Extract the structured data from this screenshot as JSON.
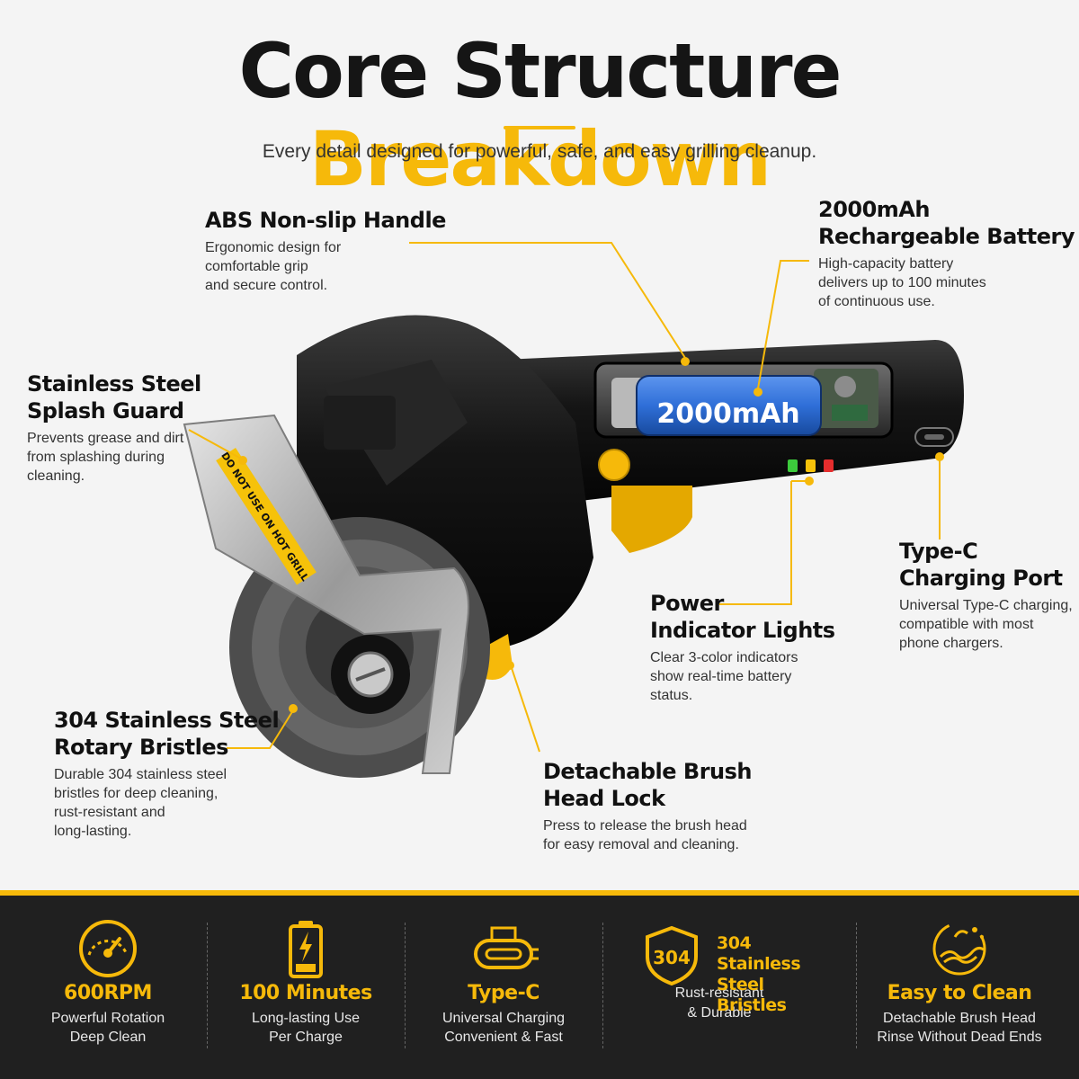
{
  "header": {
    "title_dark": "Core Structure",
    "title_gold": "Breakdown",
    "subtitle": "Every detail designed for powerful, safe, and easy grilling cleanup."
  },
  "colors": {
    "accent": "#f6b90a",
    "dark": "#151515",
    "footer_bg": "#202020",
    "battery_blue": "#2f6fd8"
  },
  "product": {
    "battery_label": "2000mAh",
    "guard_warning": "DO NOT USE ON HOT GRILL",
    "indicator_colors": [
      "#3ccb3c",
      "#f6c20a",
      "#e62d2d"
    ]
  },
  "callouts": {
    "handle": {
      "title": "ABS Non-slip Handle",
      "desc": [
        "Ergonomic design for",
        "comfortable grip",
        "and secure control."
      ]
    },
    "battery": {
      "title": [
        "2000mAh",
        "Rechargeable Battery"
      ],
      "desc": [
        "High-capacity battery",
        "delivers up to 100 minutes",
        "of continuous use."
      ]
    },
    "guard": {
      "title": [
        "Stainless Steel",
        "Splash Guard"
      ],
      "desc": [
        "Prevents grease and dirt",
        "from splashing during",
        "cleaning."
      ]
    },
    "typec": {
      "title": [
        "Type-C",
        "Charging Port"
      ],
      "desc": [
        "Universal Type-C charging,",
        "compatible with most",
        "phone chargers."
      ]
    },
    "power": {
      "title": [
        "Power",
        "Indicator Lights"
      ],
      "desc": [
        "Clear 3-color indicators",
        "show real-time battery",
        "status."
      ]
    },
    "bristles": {
      "title": [
        "304 Stainless Steel",
        "Rotary Bristles"
      ],
      "desc": [
        "Durable 304 stainless steel",
        "bristles for deep cleaning,",
        "rust-resistant and",
        "long-lasting."
      ]
    },
    "lock": {
      "title": [
        "Detachable Brush",
        "Head Lock"
      ],
      "desc": [
        "Press to release the brush head",
        "for easy removal and cleaning."
      ]
    }
  },
  "features": [
    {
      "icon": "speedometer-icon",
      "title": "600RPM",
      "lines": [
        "Powerful Rotation",
        "Deep Clean"
      ]
    },
    {
      "icon": "battery-icon",
      "title": "100 Minutes",
      "lines": [
        "Long-lasting Use",
        "Per Charge"
      ]
    },
    {
      "icon": "usb-c-icon",
      "title": "Type-C",
      "lines": [
        "Universal Charging",
        "Convenient & Fast"
      ]
    },
    {
      "icon": "shield-304-icon",
      "badge": "304",
      "title": [
        "304 Stainless",
        "Steel Bristles"
      ],
      "lines": [
        "Rust-resistant",
        "& Durable"
      ]
    },
    {
      "icon": "water-splash-icon",
      "title": "Easy to Clean",
      "lines": [
        "Detachable Brush Head",
        "Rinse Without Dead Ends"
      ]
    }
  ]
}
